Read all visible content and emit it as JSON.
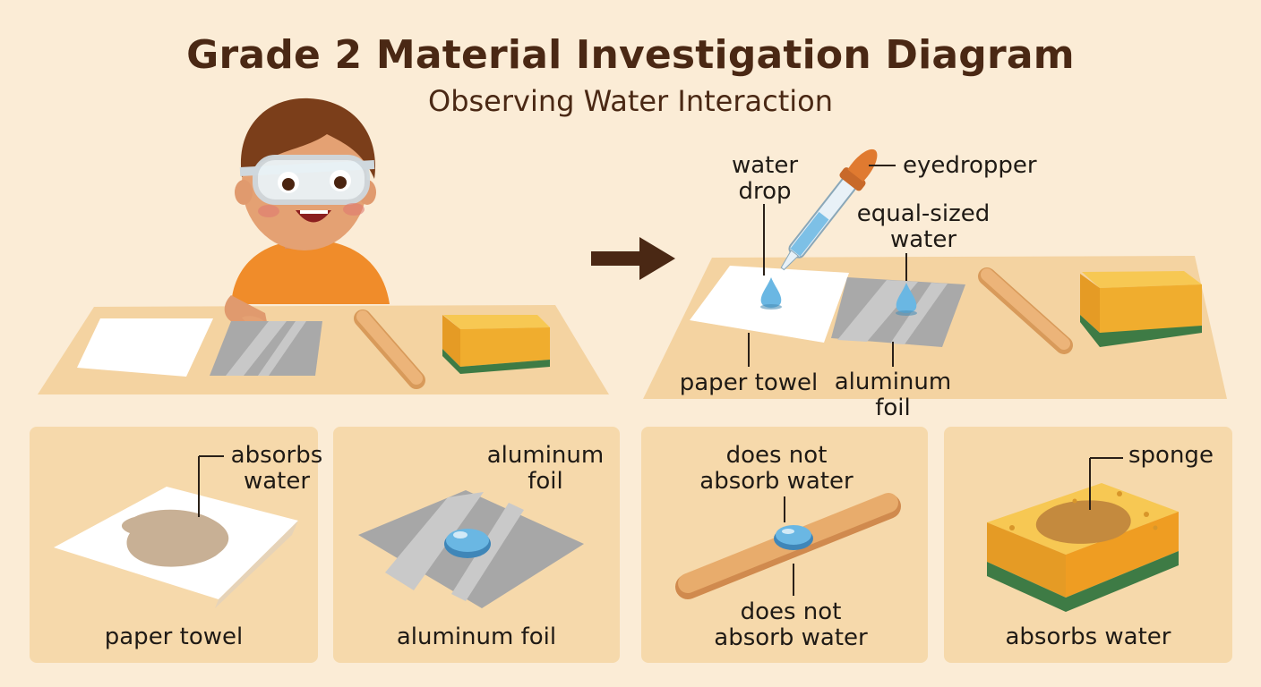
{
  "header": {
    "title": "Grade 2 Material Investigation Diagram",
    "subtitle": "Observing Water Interaction"
  },
  "experiment_labels": {
    "water_drop": "water\ndrop",
    "eyedropper": "eyedropper",
    "equal_sized_water": "equal-sized\nwater",
    "paper_towel": "paper towel",
    "aluminum_foil": "aluminum\nfoil"
  },
  "panels": [
    {
      "material": "paper towel",
      "callout": "absorbs\nwater"
    },
    {
      "material": "aluminum foil",
      "callout": "aluminum\nfoil"
    },
    {
      "callout_top": "does not\nabsorb water",
      "callout_bottom": "does not\nabsorb water"
    },
    {
      "material": "absorbs water",
      "callout": "sponge"
    }
  ],
  "colors": {
    "background": "#fbecd6",
    "table": "#f4d3a1",
    "panel": "#f6d9ab",
    "title": "#4a2814",
    "arrow": "#4a2814",
    "water": "#6ab7e3",
    "sponge": "#f0b430",
    "wood": "#e8ac6c"
  }
}
